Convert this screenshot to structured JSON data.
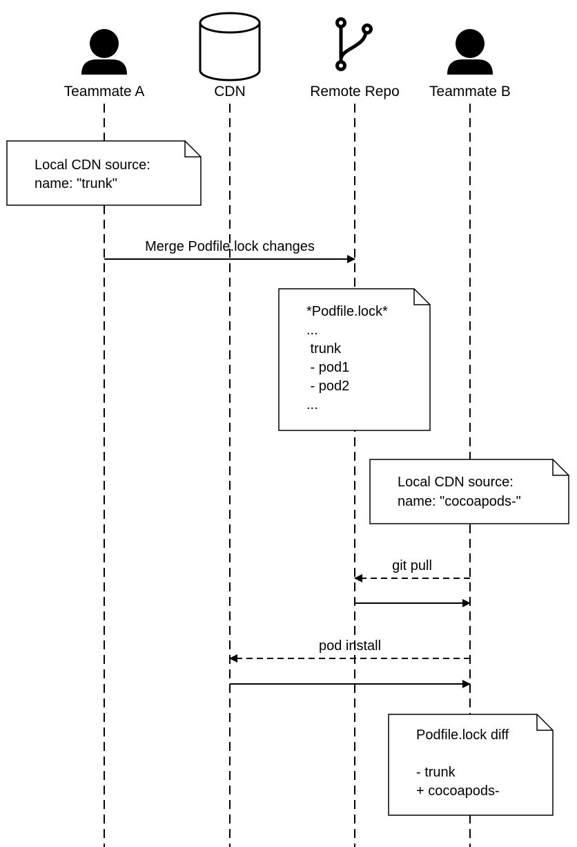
{
  "diagram": {
    "type": "sequence",
    "participants": [
      {
        "name": "Teammate A",
        "icon": "person-icon"
      },
      {
        "name": "CDN",
        "icon": "database-icon"
      },
      {
        "name": "Remote Repo",
        "icon": "git-branch-icon"
      },
      {
        "name": "Teammate B",
        "icon": "person-icon"
      }
    ],
    "notes": [
      {
        "lines": [
          "Local CDN source:",
          "name: \"trunk\""
        ]
      },
      {
        "lines": [
          "*Podfile.lock*",
          "...",
          " trunk",
          " - pod1",
          " - pod2",
          "..."
        ]
      },
      {
        "lines": [
          "Local CDN source:",
          "name: \"cocoapods-\""
        ]
      },
      {
        "lines": [
          "Podfile.lock diff",
          "",
          "- trunk",
          "+ cocoapods-"
        ]
      }
    ],
    "messages": [
      {
        "label": "Merge Podfile.lock changes",
        "from": "Teammate A",
        "to": "Remote Repo",
        "style": "solid"
      },
      {
        "label": "git pull",
        "from": "Teammate B",
        "to": "Remote Repo",
        "style": "dashed"
      },
      {
        "label": "",
        "from": "Remote Repo",
        "to": "Teammate B",
        "style": "solid"
      },
      {
        "label": "pod install",
        "from": "Teammate B",
        "to": "CDN",
        "style": "dashed"
      },
      {
        "label": "",
        "from": "CDN",
        "to": "Teammate B",
        "style": "solid"
      }
    ]
  }
}
